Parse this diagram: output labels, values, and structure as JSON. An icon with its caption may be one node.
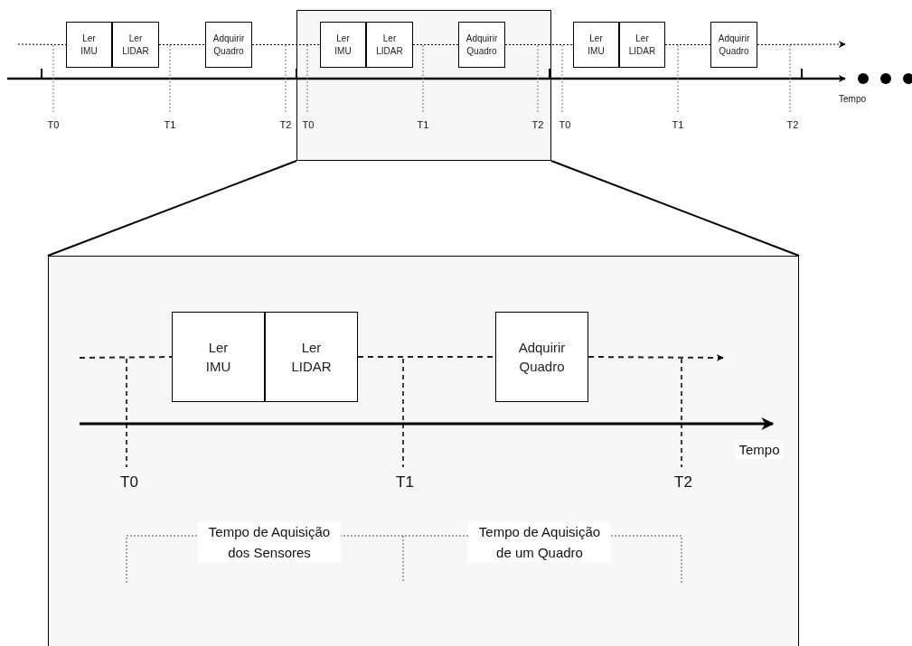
{
  "diagram": {
    "nodes": [
      {
        "text": [
          "Ler IMU"
        ]
      },
      {
        "text": [
          "Ler LIDAR"
        ]
      },
      {
        "text": [
          "Adquirir Quadro"
        ]
      },
      {
        "text": [],
        "shape": "box"
      },
      {
        "text": [
          "Ler IMU"
        ],
        "in": 3
      },
      {
        "text": [
          "Ler LIDAR"
        ],
        "in": 3
      },
      {
        "text": [
          "Adquirir Quadro"
        ],
        "in": 3
      },
      {
        "text": [
          "Ler IMU"
        ]
      },
      {
        "text": [
          "Ler LIDAR"
        ]
      },
      {
        "text": [
          "Adquirir Quadro"
        ]
      },
      {
        "text": [],
        "shape": "box"
      },
      {
        "text": [
          "Ler IMU"
        ],
        "in": 10
      },
      {
        "text": [
          "Ler LIDAR"
        ],
        "in": 10
      },
      {
        "text": [
          "Adquirir Quadro"
        ],
        "in": 10
      }
    ],
    "edges": [
      {
        "from": null,
        "to": 0,
        "arrow": "none",
        "style": "dashed"
      },
      {
        "from": 1,
        "to": 2,
        "arrow": "none",
        "style": "dashed"
      },
      {
        "from": 2,
        "to": 4,
        "arrow": "none",
        "style": "dashed"
      },
      {
        "from": 5,
        "to": 6,
        "arrow": "none",
        "style": "dashed"
      },
      {
        "from": 6,
        "to": 7,
        "arrow": "none",
        "style": "dashed"
      },
      {
        "from": 8,
        "to": 9,
        "arrow": "none",
        "style": "dashed"
      },
      {
        "from": 9,
        "to": null,
        "arrow": "to",
        "style": "dashed"
      },
      {
        "from": 3,
        "to": 10,
        "arrow": "none"
      },
      {
        "from": 3,
        "to": 10,
        "arrow": "none"
      },
      {
        "from": null,
        "to": 11,
        "arrow": "none",
        "style": "dashed"
      },
      {
        "from": 12,
        "to": 13,
        "arrow": "none",
        "style": "dashed"
      },
      {
        "from": 13,
        "to": null,
        "arrow": "to",
        "style": "dashed"
      }
    ],
    "labels": [
      "Tempo",
      "T0",
      "T1",
      "T2",
      "T0",
      "T1",
      "T2",
      "T0",
      "T1",
      "T2",
      "Tempo",
      "T0",
      "T1",
      "T2",
      "Tempo de Aquisição dos Sensores",
      "Tempo de Aquisição de um Quadro"
    ]
  }
}
